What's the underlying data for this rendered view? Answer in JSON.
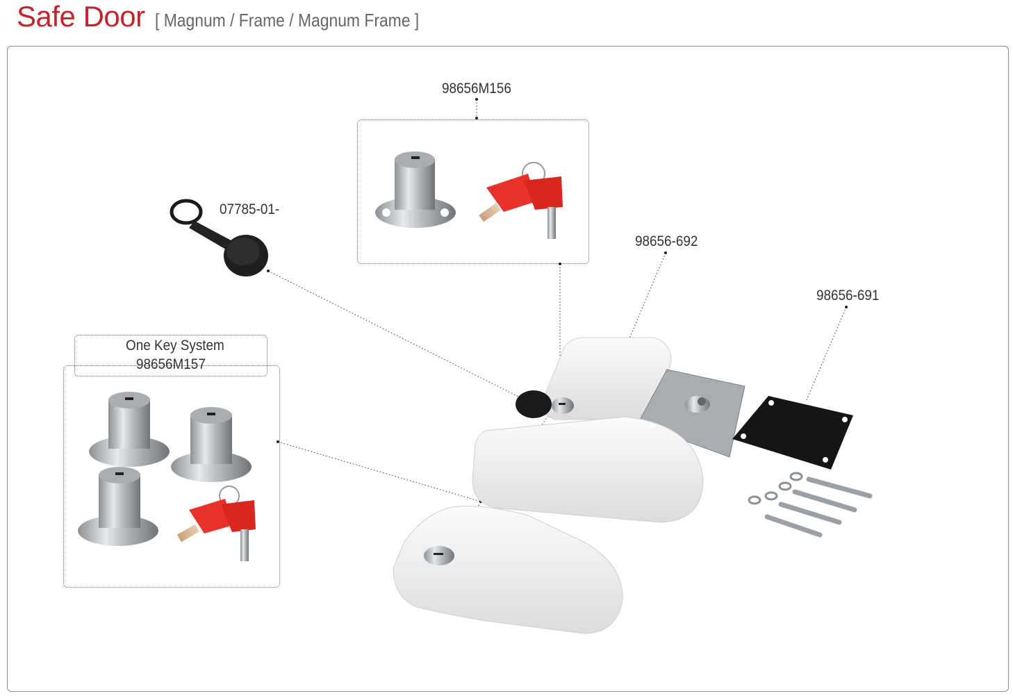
{
  "header": {
    "title": "Safe Door",
    "subtitle": "[ Magnum / Frame / Magnum Frame ]"
  },
  "parts": {
    "p1": "98656M156",
    "p2": "07785-01-",
    "p3": "98656-692",
    "p4": "98656-691",
    "p5_line1": "One Key System",
    "p5_line2": "98656M157"
  },
  "colors": {
    "title": "#c0272d",
    "key_red": "#e8312a",
    "chrome": "#b9bcbf",
    "white_body": "#f1f1f1",
    "black": "#1a1a1a"
  }
}
